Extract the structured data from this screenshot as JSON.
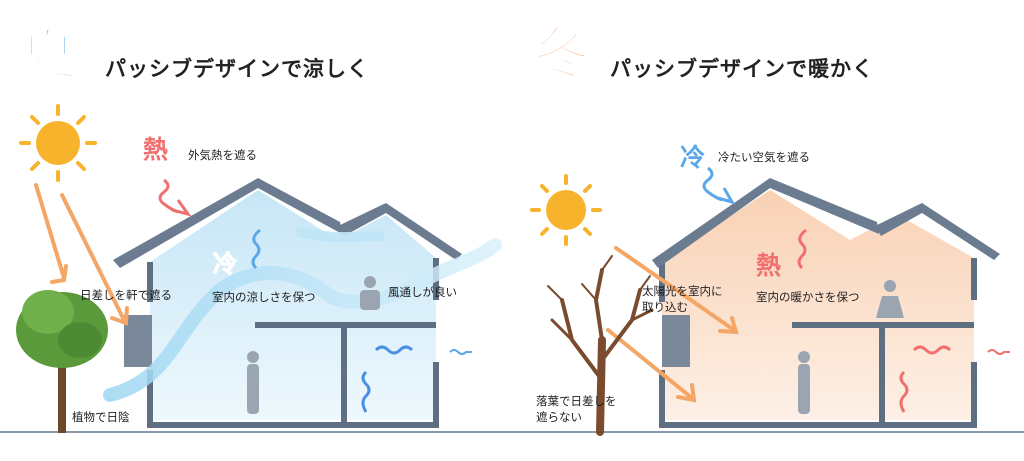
{
  "summer": {
    "season_char": "夏",
    "title": "パッシブデザインで涼しく",
    "heat_char": "熱",
    "label_block_outside_heat": "外気熱を遮る",
    "cool_char": "冷",
    "label_eaves_shade": "日差しを軒で遮る",
    "label_keep_cool": "室内の涼しさを保つ",
    "label_ventilation": "風通しが良い",
    "label_tree_shade": "植物で日陰",
    "colors": {
      "season": "#4aa3e0",
      "hot": "#f07070",
      "cool": "#5aa8ea"
    }
  },
  "winter": {
    "season_char": "冬",
    "title": "パッシブデザインで暖かく",
    "cold_char": "冷",
    "label_block_cold_air": "冷たい空気を遮る",
    "heat_char": "熱",
    "label_sunlight_in_1": "太陽光を室内に",
    "label_sunlight_in_2": "取り込む",
    "label_keep_warm": "室内の暖かさを保つ",
    "label_fallen_leaves_1": "落葉で日差しを",
    "label_fallen_leaves_2": "遮らない",
    "colors": {
      "season": "#f5a878",
      "hot": "#f07070",
      "cool": "#5aa8ea"
    }
  }
}
